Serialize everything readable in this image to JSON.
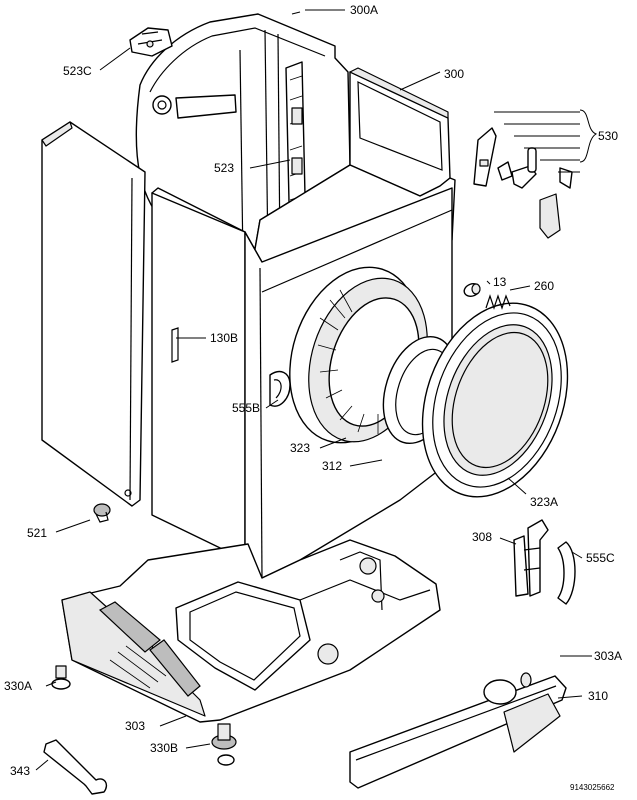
{
  "labels": {
    "l300A": "300A",
    "l300": "300",
    "l523C": "523C",
    "l523": "523",
    "l530": "530",
    "l13": "13",
    "l260": "260",
    "l130B": "130B",
    "l555B": "555B",
    "l323": "323",
    "l312": "312",
    "l323A": "323A",
    "l521": "521",
    "l308": "308",
    "l555C": "555C",
    "l303A": "303A",
    "l330A": "330A",
    "l310": "310",
    "l303": "303",
    "l330B": "330B",
    "l343": "343",
    "diagram_code": "9143025662"
  }
}
